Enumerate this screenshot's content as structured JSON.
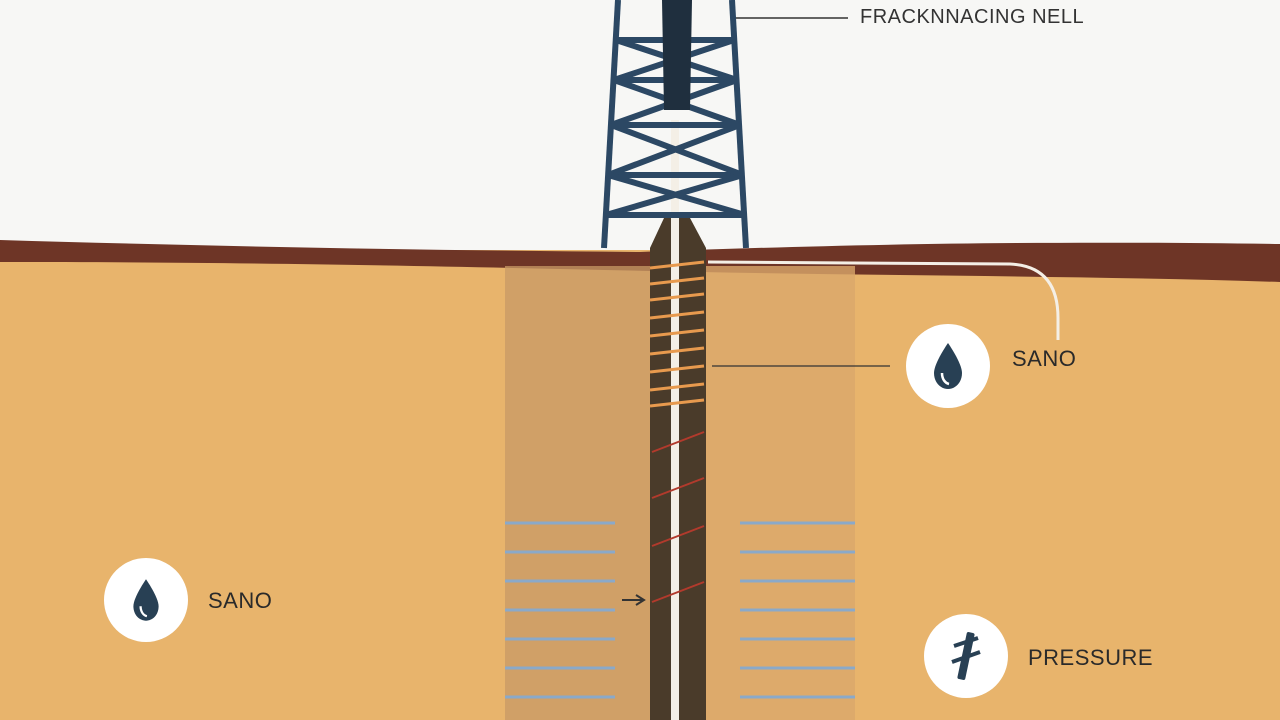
{
  "diagram": {
    "title": "FRACKNNACING NELL",
    "callouts": [
      {
        "label": "SANO",
        "icon": "droplet-icon"
      },
      {
        "label": "SANO",
        "icon": "droplet-icon"
      },
      {
        "label": "PRESSURE",
        "icon": "pressure-pipe-icon"
      }
    ]
  },
  "colors": {
    "sky": "#f7f7f5",
    "ground": "#e8b46c",
    "topsoil": "#6e3526",
    "derrick": "#2c4864",
    "wellbore": "#4a3b2a",
    "icon_dark": "#284054",
    "water_lines": "#8aa9c9"
  }
}
